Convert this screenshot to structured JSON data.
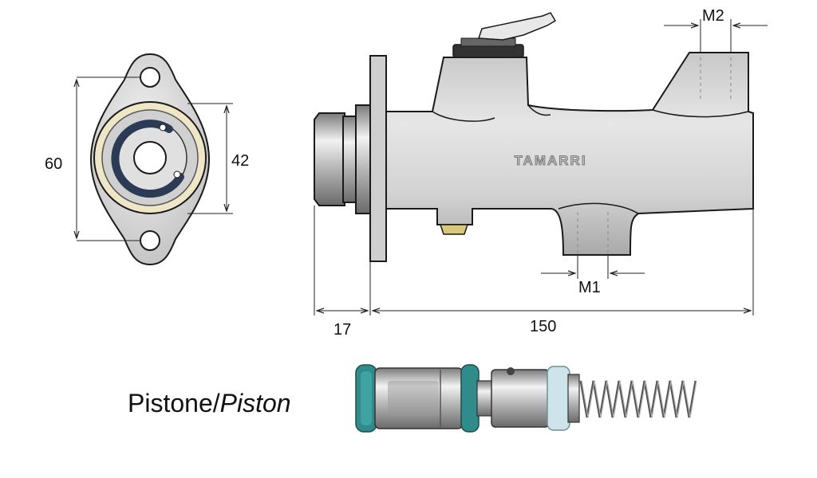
{
  "flange_view": {
    "height_dim": "60",
    "bore_dim": "42"
  },
  "side_view": {
    "brand": "TAMARRI",
    "port_top_label": "M2",
    "port_bottom_label": "M1",
    "length_front_dim": "17",
    "length_body_dim": "150"
  },
  "piston": {
    "label": "Pistone/",
    "label_italic": "Piston"
  },
  "colors": {
    "metal": "#d9d9d9",
    "metal_dark": "#8c8c8c",
    "seal": "#2f8c8a",
    "ring_cream": "#efe6c8",
    "spring": "#666666",
    "outline": "#1a1a1a"
  }
}
